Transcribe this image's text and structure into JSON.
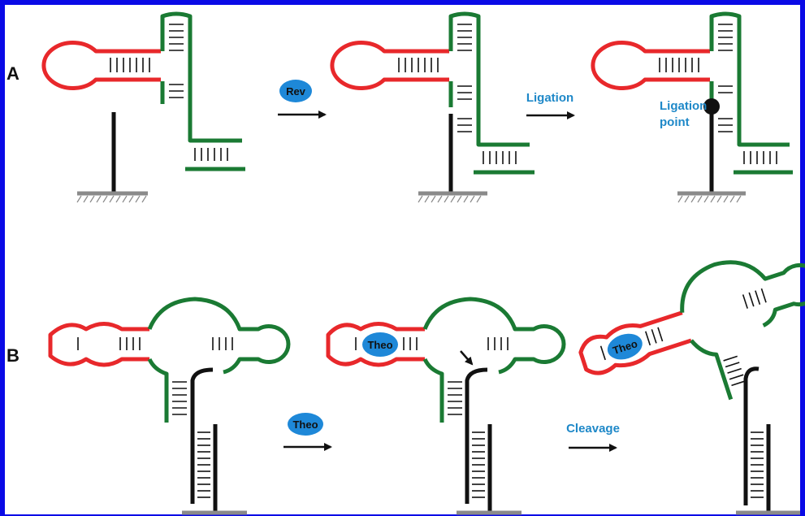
{
  "panels": {
    "a": {
      "label": "A",
      "rev": "Rev",
      "ligation": "Ligation",
      "ligation_point": [
        "Ligation",
        "point"
      ]
    },
    "b": {
      "label": "B",
      "theo": "Theo",
      "cleavage": "Cleavage"
    }
  },
  "colors": {
    "border": "#0a0ae6",
    "red_strand": "#e8282b",
    "green_strand": "#1a7a33",
    "black_strand": "#111111",
    "bubble": "#1e88d8",
    "label_blue": "#1e88c8",
    "base": "#8a8a8a"
  }
}
